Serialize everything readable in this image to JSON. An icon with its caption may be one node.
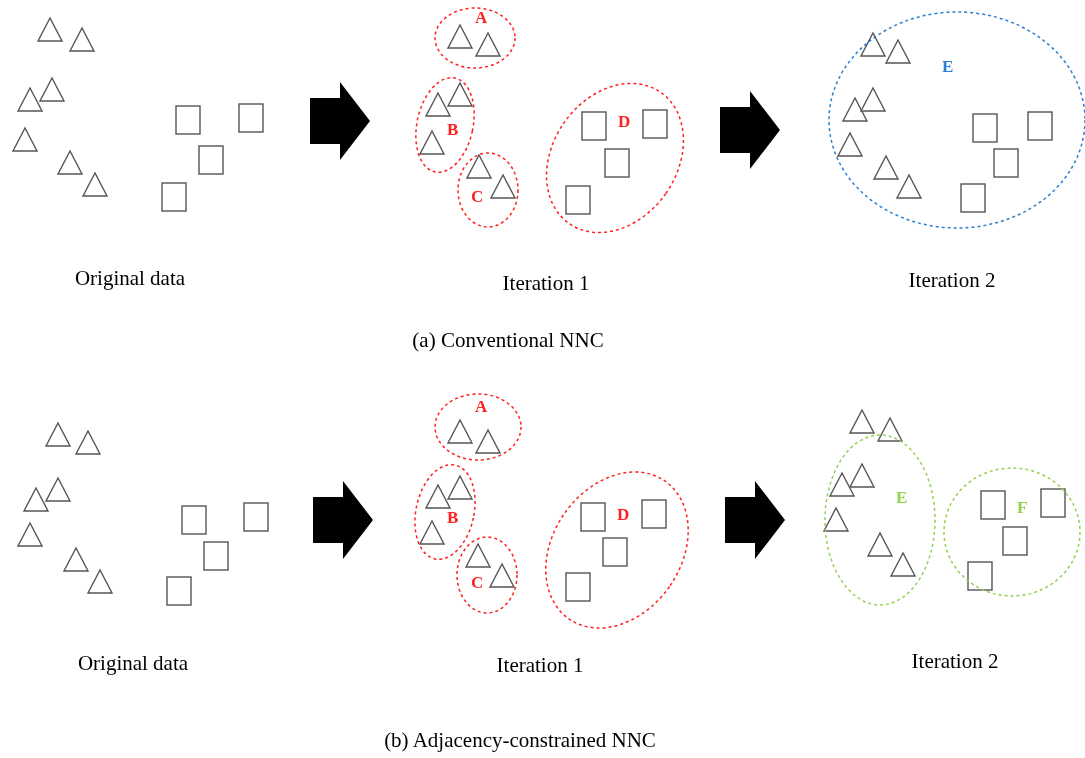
{
  "diagram": {
    "nodes": [
      {
        "text": [
          "A"
        ]
      },
      {
        "text": [
          "B"
        ]
      },
      {
        "text": [
          "C"
        ]
      },
      {
        "text": [
          "D"
        ]
      },
      {
        "text": [
          "E"
        ]
      },
      {
        "text": [
          "A"
        ]
      },
      {
        "text": [
          "B"
        ]
      },
      {
        "text": [
          "C"
        ]
      },
      {
        "text": [
          "D"
        ]
      },
      {
        "text": [
          "E"
        ]
      },
      {
        "text": [
          "F"
        ]
      }
    ],
    "edges": [],
    "labels": [
      "Original data",
      "Iteration 1",
      "Iteration 2",
      "(a) Conventional NNC",
      "Original data",
      "Iteration 1",
      "Iteration 2",
      "(b) Adjacency-constrained NNC"
    ]
  }
}
